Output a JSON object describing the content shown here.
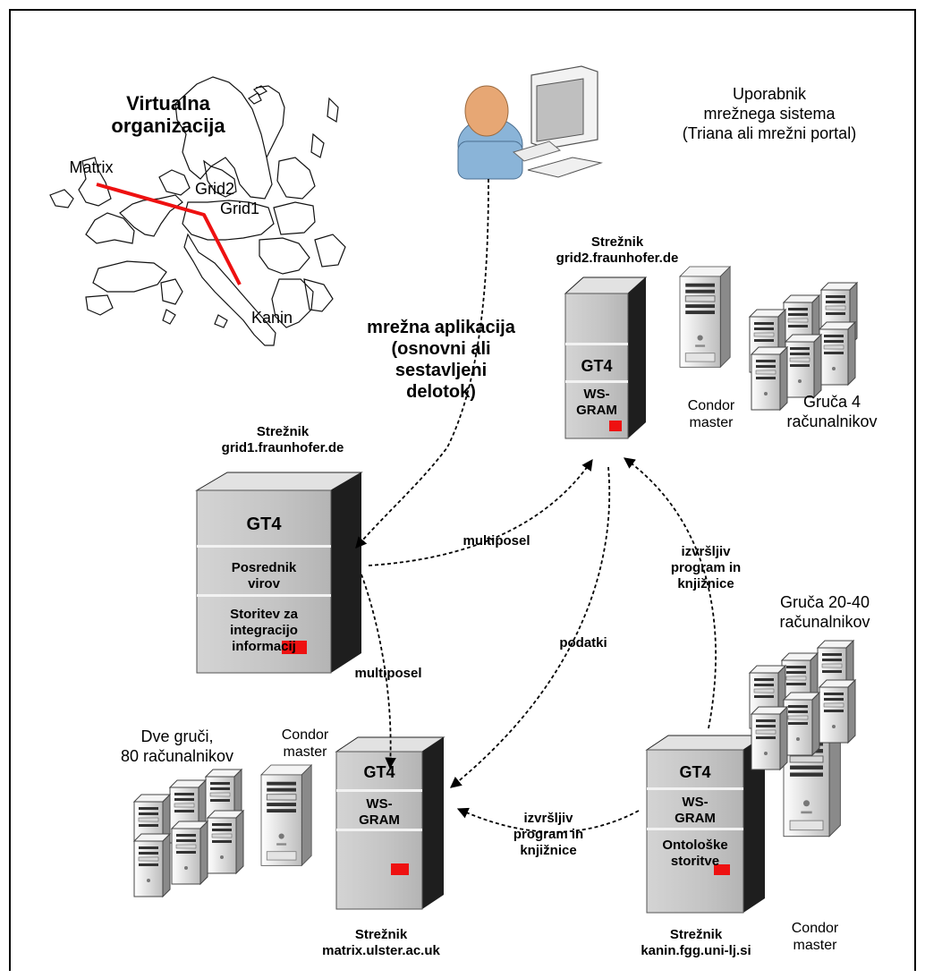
{
  "vo": {
    "title": "Virtualna\norganizacija",
    "cities": {
      "matrix": "Matrix",
      "grid2": "Grid2",
      "grid1": "Grid1",
      "kanin": "Kanin"
    }
  },
  "user": {
    "label": "Uporabnik\nmrežnega sistema\n(Triana ali mrežni portal)"
  },
  "app": {
    "label": "mrežna aplikacija\n(osnovni ali\nsestavljeni\ndelotok)"
  },
  "servers": {
    "grid2": {
      "name": "Strežnik\ngrid2.fraunhofer.de",
      "gt4": "GT4",
      "ws_gram": "WS-\nGRAM",
      "condor": "Condor\nmaster",
      "cluster": "Gruča 4\nračunalnikov"
    },
    "grid1": {
      "name": "Strežnik\ngrid1.fraunhofer.de",
      "gt4": "GT4",
      "broker": "Posrednik\nvirov",
      "info": "Storitev za\nintegracijo\ninformacij"
    },
    "matrix": {
      "name": "Strežnik\nmatrix.ulster.ac.uk",
      "gt4": "GT4",
      "ws_gram": "WS-\nGRAM",
      "condor": "Condor\nmaster",
      "cluster": "Dve gruči,\n80 računalnikov"
    },
    "kanin": {
      "name": "Strežnik\nkanin.fgg.uni-lj.si",
      "gt4": "GT4",
      "ws_gram": "WS-\nGRAM",
      "onto": "Ontološke\nstoritve",
      "condor": "Condor\nmaster",
      "cluster": "Gruča 20-40\nračunalnikov"
    }
  },
  "arrows": {
    "multiposel_top": "multiposel",
    "multiposel_bottom": "multiposel",
    "podatki": "podatki",
    "exec_right": "izvršljiv\nprogram in\nknjižnice",
    "exec_bottom": "izvršljiv\nprogram in\nknjižnice"
  },
  "colors": {
    "route": "#ee1111",
    "indicator": "#ee1111",
    "server_body": "#c8c8c8",
    "server_dark": "#202020"
  }
}
